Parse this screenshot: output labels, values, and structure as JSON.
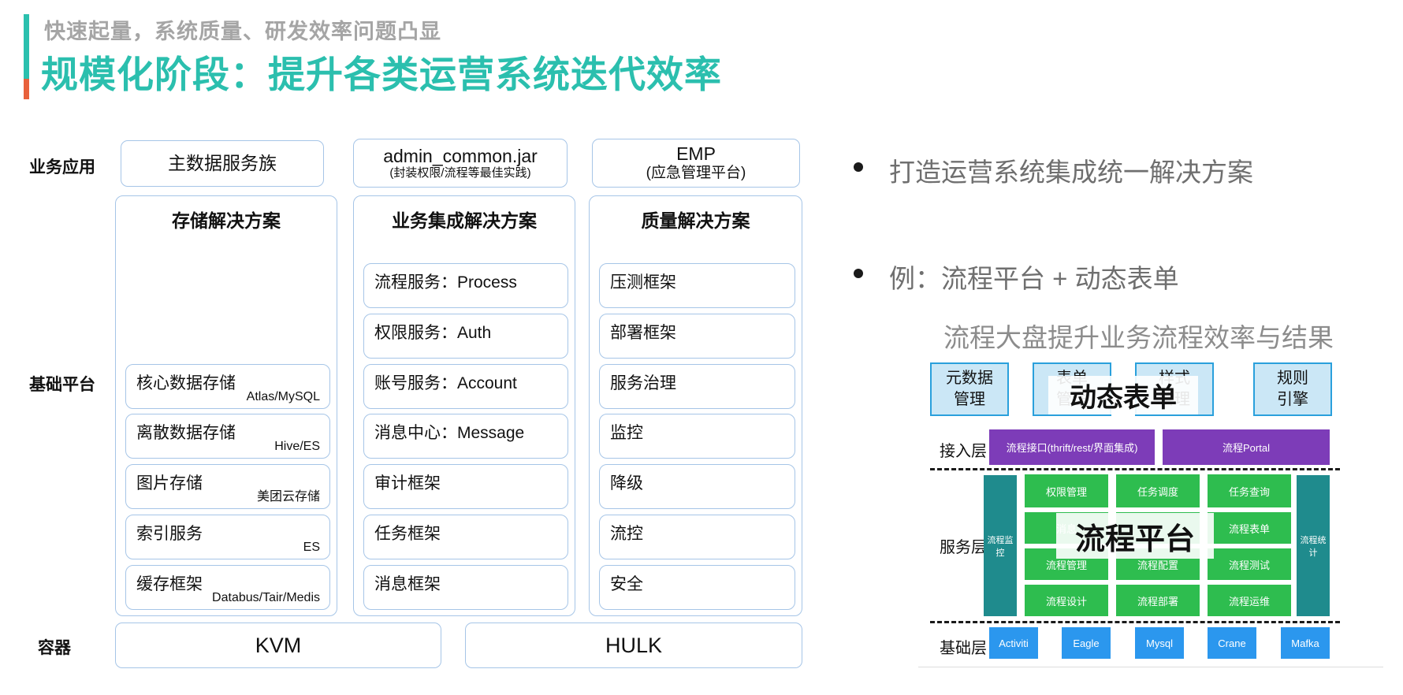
{
  "header": {
    "kicker": "快速起量，系统质量、研发效率问题凸显",
    "title": "规模化阶段：提升各类运营系统迭代效率",
    "accent_teal": "#2bc0ae",
    "accent_orange": "#e8613c"
  },
  "left": {
    "row_labels": {
      "apps": "业务应用",
      "platform": "基础平台",
      "container": "容器"
    },
    "app_boxes": [
      {
        "title": "主数据服务族",
        "subtitle": ""
      },
      {
        "title": "admin_common.jar",
        "subtitle": "(封装权限/流程等最佳实践)"
      },
      {
        "title": "EMP",
        "subtitle": "(应急管理平台)"
      }
    ],
    "columns": [
      {
        "header": "存储解决方案",
        "boxes": [
          {
            "title": "核心数据存储",
            "sub": "Atlas/MySQL"
          },
          {
            "title": "离散数据存储",
            "sub": "Hive/ES"
          },
          {
            "title": "图片存储",
            "sub": "美团云存储"
          },
          {
            "title": "索引服务",
            "sub": "ES"
          },
          {
            "title": "缓存框架",
            "sub": "Databus/Tair/Medis"
          }
        ]
      },
      {
        "header": "业务集成解决方案",
        "boxes": [
          {
            "title": "流程服务：Process",
            "sub": ""
          },
          {
            "title": "权限服务：Auth",
            "sub": ""
          },
          {
            "title": "账号服务：Account",
            "sub": ""
          },
          {
            "title": "消息中心：Message",
            "sub": ""
          },
          {
            "title": "审计框架",
            "sub": ""
          },
          {
            "title": "任务框架",
            "sub": ""
          },
          {
            "title": "消息框架",
            "sub": ""
          }
        ]
      },
      {
        "header": "质量解决方案",
        "boxes": [
          {
            "title": "压测框架",
            "sub": ""
          },
          {
            "title": "部署框架",
            "sub": ""
          },
          {
            "title": "服务治理",
            "sub": ""
          },
          {
            "title": "监控",
            "sub": ""
          },
          {
            "title": "降级",
            "sub": ""
          },
          {
            "title": "流控",
            "sub": ""
          },
          {
            "title": "安全",
            "sub": ""
          }
        ]
      }
    ],
    "container_boxes": [
      {
        "label": "KVM"
      },
      {
        "label": "HULK"
      }
    ]
  },
  "right": {
    "bullets": [
      {
        "text": "打造运营系统集成统一解决方案"
      },
      {
        "text": "例：流程平台 + 动态表单"
      }
    ],
    "subheading": "流程大盘提升业务流程效率与结果",
    "mini": {
      "top_boxes": [
        {
          "line1": "元数据",
          "line2": "管理"
        },
        {
          "line1": "表单",
          "line2": "管理"
        },
        {
          "line1": "样式",
          "line2": "管理"
        },
        {
          "line1": "规则",
          "line2": "引擎"
        }
      ],
      "overlay_form": "动态表单",
      "layer_labels": {
        "access": "接入层",
        "service": "服务层",
        "base": "基础层"
      },
      "access_boxes": [
        {
          "label": "流程接口(thrift/rest/界面集成)"
        },
        {
          "label": "流程Portal"
        }
      ],
      "side_bars": [
        {
          "label": "流程监控"
        },
        {
          "label": "流程统计"
        }
      ],
      "service_grid": [
        [
          "权限管理",
          "任务调度",
          "任务查询"
        ],
        [
          "消息",
          "",
          "流程表单"
        ],
        [
          "流程管理",
          "流程配置",
          "流程测试"
        ],
        [
          "流程设计",
          "流程部署",
          "流程运维"
        ]
      ],
      "overlay_platform": "流程平台",
      "base_boxes": [
        {
          "label": "Activiti"
        },
        {
          "label": "Eagle"
        },
        {
          "label": "Mysql"
        },
        {
          "label": "Crane"
        },
        {
          "label": "Mafka"
        }
      ],
      "colors": {
        "top_box_fill": "#cbe7f6",
        "top_box_border": "#2aa0dc",
        "purple": "#7d3cb8",
        "teal_bar": "#1f8b8d",
        "green": "#2ebd4f",
        "base_blue": "#2b97ee"
      }
    }
  }
}
